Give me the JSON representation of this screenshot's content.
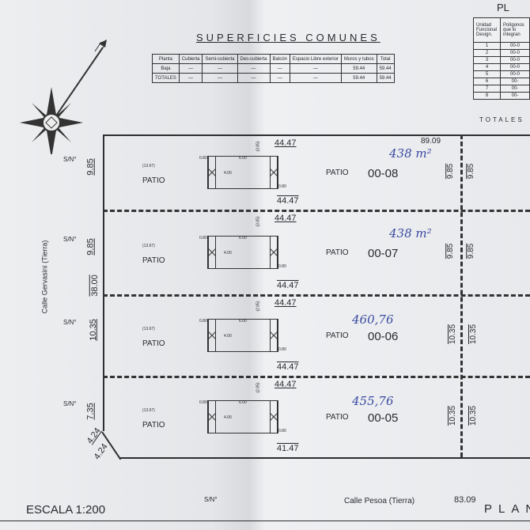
{
  "title": "SUPERFICIES COMUNES",
  "common_table": {
    "headers": [
      "Planta",
      "Cubierta",
      "Semi-cubierta",
      "Des-cubierta",
      "Balcón",
      "Espacio Libre exterior",
      "Muros y tubos",
      "Total"
    ],
    "rows": [
      [
        "Baja",
        "—",
        "—",
        "—",
        "—",
        "—",
        "59.44",
        "59.44"
      ],
      [
        "TOTALES",
        "—",
        "—",
        "—",
        "—",
        "—",
        "59.44",
        "59.44"
      ]
    ]
  },
  "unit_table": {
    "header_partial": "PL",
    "headers": [
      "Unidad Funcional Design.",
      "Polígonos que lo integran"
    ],
    "rows": [
      [
        "1",
        "00-0"
      ],
      [
        "2",
        "00-0"
      ],
      [
        "3",
        "00-0"
      ],
      [
        "4",
        "00-0"
      ],
      [
        "5",
        "00-0"
      ],
      [
        "6",
        "00-"
      ],
      [
        "7",
        "00-"
      ],
      [
        "8",
        "00-"
      ]
    ],
    "totals_label": "TOTALES"
  },
  "plan": {
    "top_dim": "89.09",
    "bottom_dim": "83.09",
    "left_street": "Calle Gervasini (Tierra)",
    "left_total": "38.00",
    "bottom_street": "Calle Pesoa (Tierra)",
    "bottom_sn": "S/N°",
    "corner_dims": [
      "4.24",
      "4.24"
    ],
    "scale": "ESCALA 1:200",
    "plan_label": "PLAN",
    "lots": [
      {
        "id": "00-08",
        "patio": "PATIO",
        "front_patio": "PATIO",
        "note": "(13.67)",
        "sn": "S/N°",
        "left_dim": "9.85",
        "right_dims": [
          "9.85",
          "9.85"
        ],
        "top_dim": "44.47",
        "bottom_dim": "44.47",
        "handwritten": "438 m²",
        "bldg_dims": [
          "0.80",
          "6.00",
          "4.00",
          "(3.85)"
        ]
      },
      {
        "id": "00-07",
        "patio": "PATIO",
        "front_patio": "PATIO",
        "note": "(13.67)",
        "sn": "S/N°",
        "left_dim": "9.85",
        "right_dims": [
          "9.85",
          "9.85"
        ],
        "top_dim": "44.47",
        "bottom_dim": "44.47",
        "handwritten": "438 m²",
        "bldg_dims": [
          "0.80",
          "6.00",
          "4.00",
          "(3.85)"
        ]
      },
      {
        "id": "00-06",
        "patio": "PATIO",
        "front_patio": "PATIO",
        "note": "(13.67)",
        "sn": "S/N°",
        "left_dim": "10.35",
        "right_dims": [
          "10.35",
          "10.35"
        ],
        "top_dim": "44.47",
        "bottom_dim": "44.47",
        "handwritten": "460,76",
        "bldg_dims": [
          "0.80",
          "6.00",
          "4.00",
          "(2.85)"
        ]
      },
      {
        "id": "00-05",
        "patio": "PATIO",
        "front_patio": "PATIO",
        "note": "(13.67)",
        "sn": "S/N°",
        "left_dim": "7.35",
        "right_dims": [
          "10.35",
          "10.35"
        ],
        "top_dim": "44.47",
        "bottom_dim": "41.47",
        "handwritten": "455,76",
        "bldg_dims": [
          "0.80",
          "6.00",
          "4.00",
          "(2.85)"
        ]
      }
    ]
  }
}
